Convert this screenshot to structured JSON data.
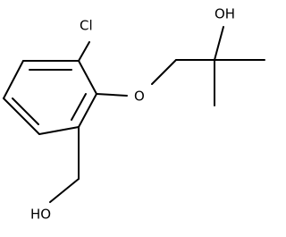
{
  "molecule": {
    "atoms": {
      "chlorine": "Cl",
      "ether_oxygen": "O",
      "tertiary_hydroxyl": "OH",
      "benzylic_hydroxyl": "HO"
    },
    "colors": {
      "bond": "#000000",
      "label": "#000000",
      "background": "#ffffff"
    }
  }
}
